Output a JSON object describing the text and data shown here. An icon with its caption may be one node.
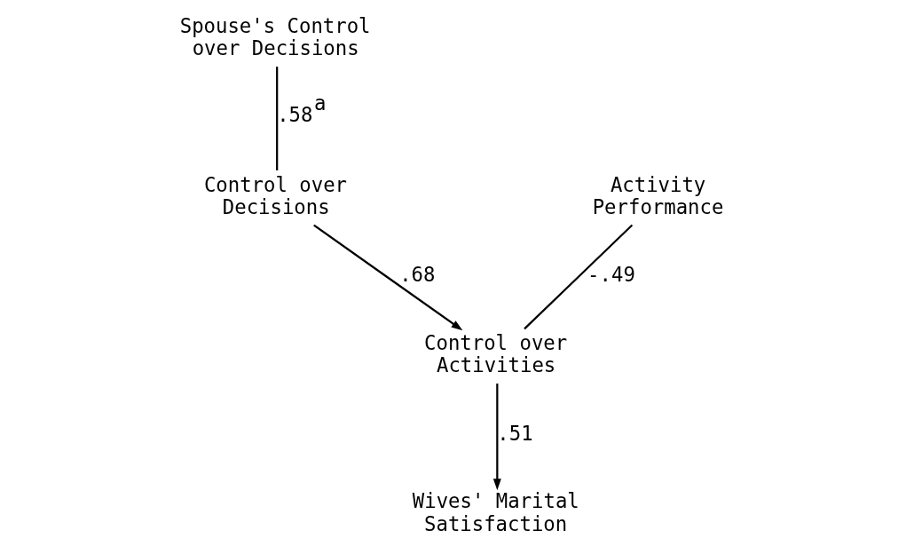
{
  "diagram": {
    "nodes": [
      {
        "text": [
          "Spouse's Control over Decisions"
        ]
      },
      {
        "text": [
          "Control over Decisions"
        ]
      },
      {
        "text": [
          "Control over Activities"
        ]
      },
      {
        "text": [
          "Activity Performance"
        ]
      },
      {
        "text": [
          "Wives' Marital Satisfaction"
        ]
      }
    ],
    "edges": [
      {
        "from": 0,
        "to": 1,
        "arrow": "none",
        "label": ".58$^{a}$"
      },
      {
        "from": 1,
        "to": 2,
        "arrow": "to",
        "label": ".68"
      },
      {
        "from": 3,
        "to": 2,
        "arrow": "none",
        "label": "-.49"
      },
      {
        "from": 2,
        "to": 4,
        "arrow": "to",
        "label": ".51"
      }
    ]
  }
}
